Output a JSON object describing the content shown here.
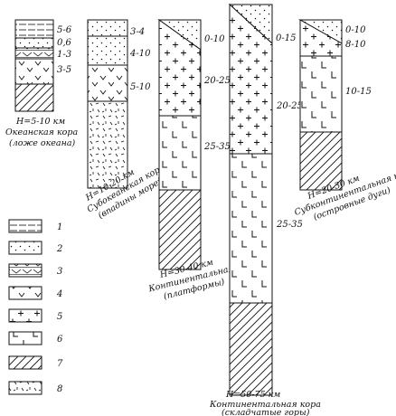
{
  "columns": [
    {
      "id": "oceanic",
      "caption": [
        "H=5-10 км",
        "Океанская кора",
        "(ложе океана)"
      ],
      "layers": [
        {
          "type": 1,
          "label": "5-6"
        },
        {
          "type": 2,
          "label": "0,6"
        },
        {
          "type": 3,
          "label": "1-3"
        },
        {
          "type": 4,
          "label": "3-5"
        },
        {
          "type": 7,
          "label": ""
        }
      ]
    },
    {
      "id": "suboceanic",
      "caption": [
        "H=10-20 км",
        "Субокеанская кора",
        "(впадины морей)"
      ],
      "layers": [
        {
          "type": 2,
          "label": "3-4"
        },
        {
          "type": 2,
          "label": "4-10"
        },
        {
          "type": 4,
          "label": "5-10"
        },
        {
          "type": 8,
          "label": ""
        }
      ]
    },
    {
      "id": "continental-platform",
      "caption": [
        "H=30-40 км",
        "Континентальная кора",
        "(платформы)"
      ],
      "layers": [
        {
          "type": 2,
          "label": "0-10"
        },
        {
          "type": 5,
          "label": "20-25"
        },
        {
          "type": 6,
          "label": "25-35"
        },
        {
          "type": 7,
          "label": ""
        }
      ]
    },
    {
      "id": "continental-fold",
      "caption": [
        "H=50-75 км",
        "Континентальная кора",
        "(складчатые горы)"
      ],
      "layers": [
        {
          "type": 2,
          "label": "0-15"
        },
        {
          "type": 5,
          "label": "20-25"
        },
        {
          "type": 6,
          "label": "25-35"
        },
        {
          "type": 7,
          "label": ""
        }
      ]
    },
    {
      "id": "subcontinental",
      "caption": [
        "H=20-30 км",
        "Субконтинентальная кора",
        "(островные дуги)"
      ],
      "layers": [
        {
          "type": 2,
          "label": "0-10"
        },
        {
          "type": 5,
          "label": "8-10"
        },
        {
          "type": 6,
          "label": "10-15"
        },
        {
          "type": 7,
          "label": ""
        }
      ]
    }
  ],
  "legend": [
    {
      "type": 1,
      "number": "1"
    },
    {
      "type": 2,
      "number": "2"
    },
    {
      "type": 3,
      "number": "3"
    },
    {
      "type": 4,
      "number": "4"
    },
    {
      "type": 5,
      "number": "5"
    },
    {
      "type": 6,
      "number": "6"
    },
    {
      "type": 7,
      "number": "7"
    },
    {
      "type": 8,
      "number": "8"
    }
  ]
}
